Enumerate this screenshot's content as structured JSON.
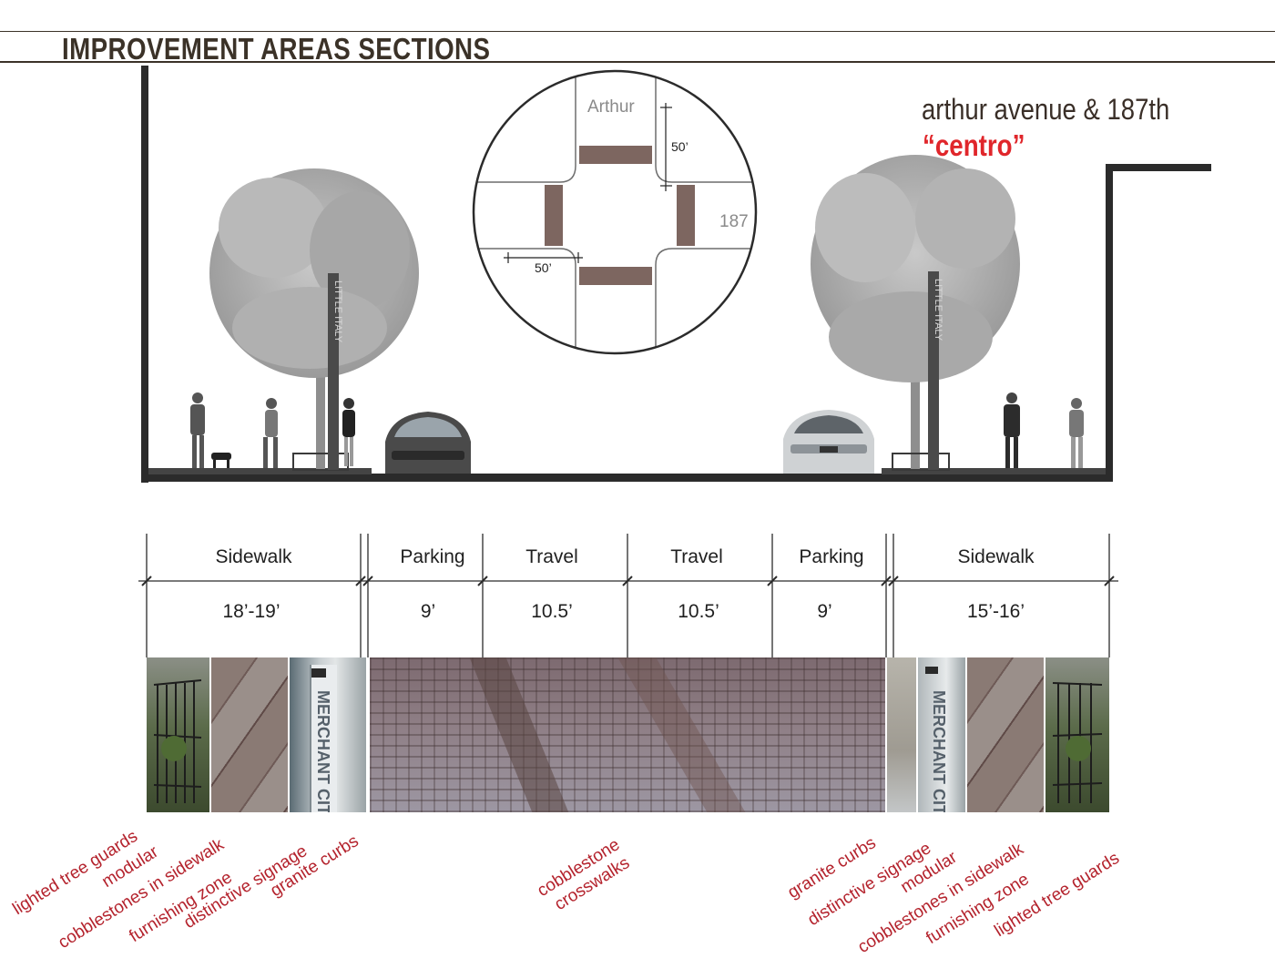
{
  "page": {
    "title": "IMPROVEMENT AREAS SECTIONS",
    "location_title": "arthur avenue & 187th",
    "location_subtitle": "“centro”"
  },
  "intersection_inset": {
    "street_north": "Arthur",
    "street_east": "187",
    "dim_vertical": "50’",
    "dim_horizontal": "50’"
  },
  "signpost_text": "LITTLE ITALY",
  "photo_sign_text": "MERCHANT CIT",
  "cross_section": {
    "segments": [
      {
        "label": "Sidewalk",
        "dimension": "18’-19’"
      },
      {
        "label": "Parking",
        "dimension": "9’"
      },
      {
        "label": "Travel",
        "dimension": "10.5’"
      },
      {
        "label": "Travel",
        "dimension": "10.5’"
      },
      {
        "label": "Parking",
        "dimension": "9’"
      },
      {
        "label": "Sidewalk",
        "dimension": "15’-16’"
      }
    ]
  },
  "annotations": {
    "left": [
      "lighted tree guards",
      "modular",
      "cobblestones in sidewalk",
      "furnishing zone",
      "distinctive signage",
      "granite curbs"
    ],
    "center": [
      "cobblestone",
      "crosswalks"
    ],
    "right": [
      "granite curbs",
      "distinctive signage",
      "modular",
      "cobblestones in sidewalk",
      "furnishing zone",
      "lighted tree guards"
    ]
  },
  "colors": {
    "title": "#3b3228",
    "accent_red": "#e0262b",
    "annotation_red": "#b4232d",
    "crosswalk_brick": "#7d6660"
  }
}
